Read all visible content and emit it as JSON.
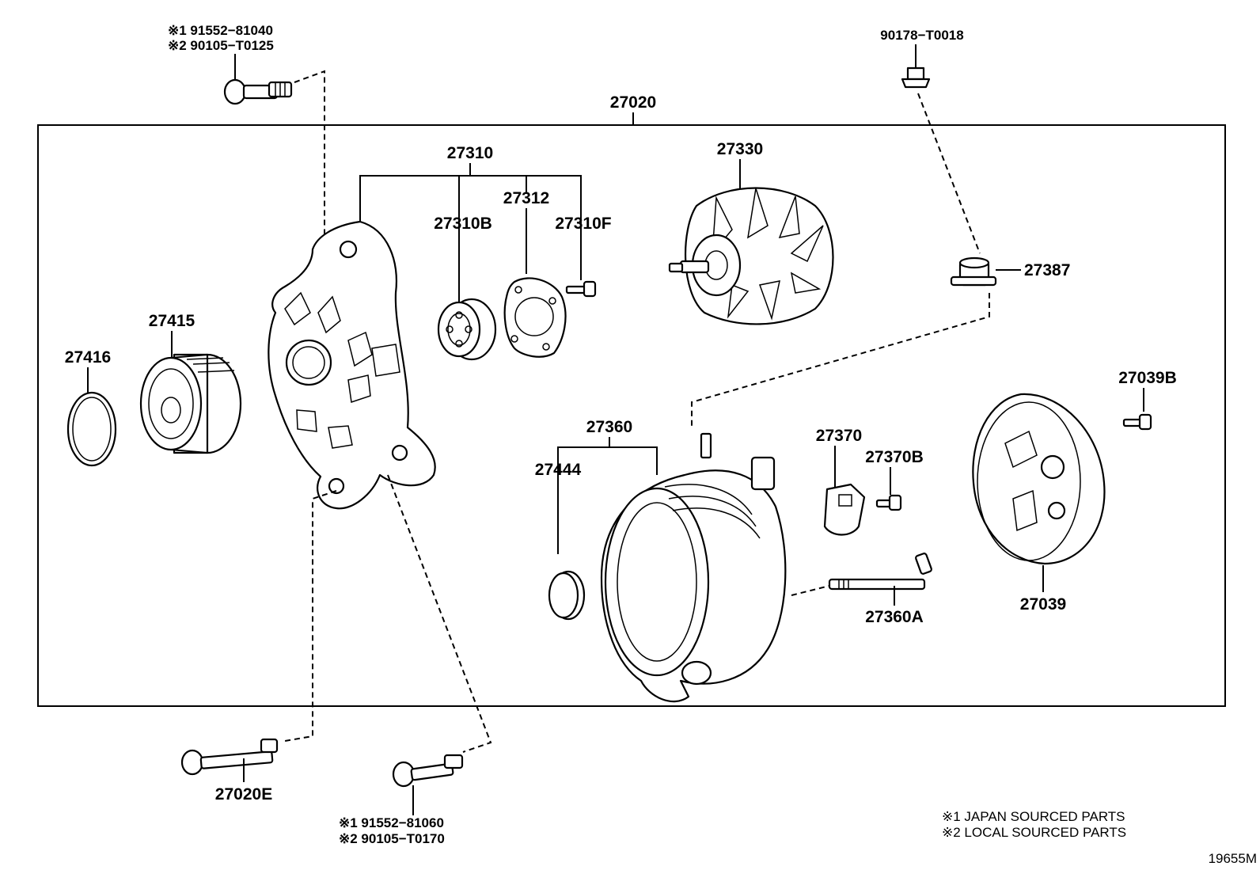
{
  "assembly_label": "27020",
  "parts": {
    "p27310": "27310",
    "p27310B": "27310B",
    "p27312": "27312",
    "p27310F": "27310F",
    "p27330": "27330",
    "p27387": "27387",
    "p27415": "27415",
    "p27416": "27416",
    "p27360": "27360",
    "p27444": "27444",
    "p27370": "27370",
    "p27370B": "27370B",
    "p27360A": "27360A",
    "p27039": "27039",
    "p27039B": "27039B",
    "p27020E": "27020E",
    "p90178": "90178−T0018"
  },
  "bolt_top": {
    "line1": "※1  91552−81040",
    "line2": "※2  90105−T0125"
  },
  "bolt_bottom": {
    "line1": "※1  91552−81060",
    "line2": "※2  90105−T0170"
  },
  "legend": {
    "note1": "※1 JAPAN SOURCED PARTS",
    "note2": "※2 LOCAL SOURCED PARTS"
  },
  "diagram_id": "19655M"
}
